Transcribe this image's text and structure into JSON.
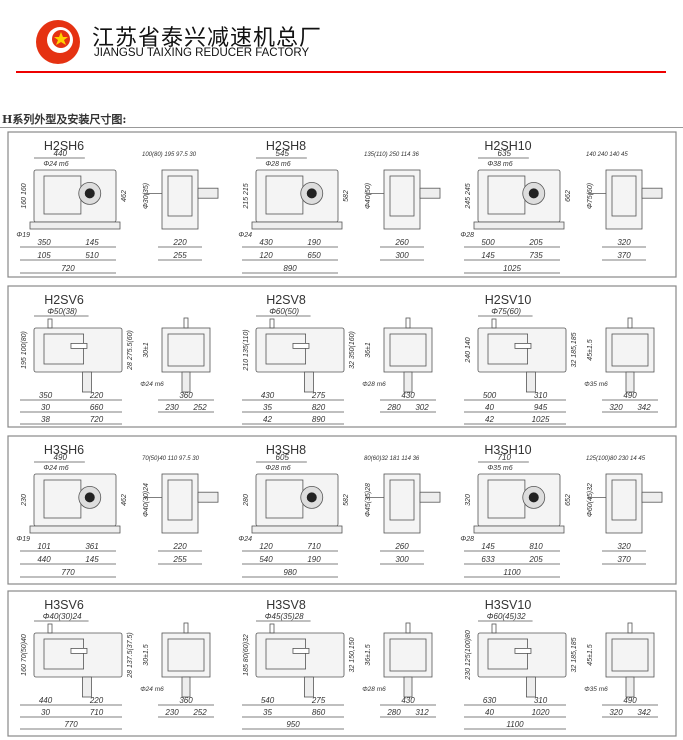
{
  "header": {
    "company_cn": "江苏省泰兴减速机总厂",
    "company_en": "JIANGSU TAIXING REDUCER FACTORY",
    "accent": "#e60000"
  },
  "section_title": "H系列外型及安装尺寸图:",
  "panels": [
    {
      "type": "SH",
      "models": [
        {
          "name": "H2SH6",
          "top": "440",
          "dia": "Φ24 m6",
          "side_top": "100(80)  195 97.5  30",
          "vert": "160  160",
          "height": "462",
          "shaft": "Φ30(35)",
          "foot": "Φ19",
          "bottom": [
            [
              "350",
              "145"
            ],
            [
              "105",
              "510"
            ],
            [
              "720"
            ]
          ],
          "side_bottom": [
            [
              "220"
            ],
            [
              "255"
            ]
          ]
        },
        {
          "name": "H2SH8",
          "top": "545",
          "dia": "Φ28 m6",
          "side_top": "135(110)  250 114  36",
          "vert": "215  215",
          "height": "582",
          "shaft": "Φ40(50)",
          "foot": "Φ24",
          "bottom": [
            [
              "430",
              "190"
            ],
            [
              "120",
              "650"
            ],
            [
              "890"
            ]
          ],
          "side_bottom": [
            [
              "260"
            ],
            [
              "300"
            ]
          ]
        },
        {
          "name": "H2SH10",
          "top": "635",
          "dia": "Φ38 m6",
          "side_top": "140  240 140 45",
          "vert": "245  245",
          "height": "662",
          "shaft": "Φ75(60)",
          "foot": "Φ28",
          "bottom": [
            [
              "500",
              "205"
            ],
            [
              "145",
              "735"
            ],
            [
              "1025"
            ]
          ],
          "side_bottom": [
            [
              "320"
            ],
            [
              "370"
            ]
          ]
        }
      ]
    },
    {
      "type": "SV",
      "models": [
        {
          "name": "H2SV6",
          "top": "Φ50(38)",
          "dia": "",
          "side_top": "",
          "vert": "195  100(80)",
          "height": "28  275.5(60)",
          "shaft": "30±1",
          "foot": "Φ24 m6",
          "bottom": [
            [
              "350",
              "220"
            ],
            [
              "30",
              "660"
            ],
            [
              "38",
              "720"
            ]
          ],
          "side_bottom": [
            [
              "360"
            ],
            [
              "230",
              "252"
            ]
          ]
        },
        {
          "name": "H2SV8",
          "top": "Φ60(50)",
          "dia": "",
          "side_top": "",
          "vert": "210  135(110)",
          "height": "32  350(160)",
          "shaft": "36±1",
          "foot": "Φ28 m6",
          "bottom": [
            [
              "430",
              "275"
            ],
            [
              "35",
              "820"
            ],
            [
              "42",
              "890"
            ]
          ],
          "side_bottom": [
            [
              "430"
            ],
            [
              "280",
              "302"
            ]
          ]
        },
        {
          "name": "H2SV10",
          "top": "Φ75(60)",
          "dia": "",
          "side_top": "",
          "vert": "240  140",
          "height": "32  185,185",
          "shaft": "45±1.5",
          "foot": "Φ35 m6",
          "bottom": [
            [
              "500",
              "310"
            ],
            [
              "40",
              "945"
            ],
            [
              "42",
              "1025"
            ]
          ],
          "side_bottom": [
            [
              "490"
            ],
            [
              "320",
              "342"
            ]
          ]
        }
      ]
    },
    {
      "type": "SH",
      "models": [
        {
          "name": "H3SH6",
          "top": "490",
          "dia": "Φ24 m6",
          "side_top": "70(50)40  110 97.5  30",
          "vert": "230",
          "height": "462",
          "shaft": "Φ40(30)24",
          "foot": "Φ19",
          "bottom": [
            [
              "101",
              "361"
            ],
            [
              "440",
              "145"
            ],
            [
              "770"
            ]
          ],
          "side_bottom": [
            [
              "220"
            ],
            [
              "255"
            ]
          ]
        },
        {
          "name": "H3SH8",
          "top": "605",
          "dia": "Φ28 m6",
          "side_top": "80(60)32  181 114  36",
          "vert": "280",
          "height": "582",
          "shaft": "Φ45(35)28",
          "foot": "Φ24",
          "bottom": [
            [
              "120",
              "710"
            ],
            [
              "540",
              "190"
            ],
            [
              "980"
            ]
          ],
          "side_bottom": [
            [
              "260"
            ],
            [
              "300"
            ]
          ]
        },
        {
          "name": "H3SH10",
          "top": "710",
          "dia": "Φ35 m6",
          "side_top": "125(100)80  230 14  45",
          "vert": "320",
          "height": "652",
          "shaft": "Φ60(45)32",
          "foot": "Φ28",
          "bottom": [
            [
              "145",
              "810"
            ],
            [
              "633",
              "205"
            ],
            [
              "1100"
            ]
          ],
          "side_bottom": [
            [
              "320"
            ],
            [
              "370"
            ]
          ]
        }
      ]
    },
    {
      "type": "SV",
      "models": [
        {
          "name": "H3SV6",
          "top": "Φ40(30)24",
          "dia": "",
          "side_top": "",
          "vert": "160  70(50)40",
          "height": "28  137.5(37.5)",
          "shaft": "30±1.5",
          "foot": "Φ24 m6",
          "bottom": [
            [
              "440",
              "220"
            ],
            [
              "30",
              "710"
            ],
            [
              "770"
            ]
          ],
          "side_bottom": [
            [
              "360"
            ],
            [
              "230",
              "252"
            ]
          ]
        },
        {
          "name": "H3SV8",
          "top": "Φ45(35)28",
          "dia": "",
          "side_top": "",
          "vert": "185  80(60)32",
          "height": "32  150,150",
          "shaft": "36±1.5",
          "foot": "Φ28 m6",
          "bottom": [
            [
              "540",
              "275"
            ],
            [
              "35",
              "860"
            ],
            [
              "950"
            ]
          ],
          "side_bottom": [
            [
              "430"
            ],
            [
              "280",
              "312"
            ]
          ]
        },
        {
          "name": "H3SV10",
          "top": "Φ60(45)32",
          "dia": "",
          "side_top": "",
          "vert": "230  125(100)80",
          "height": "32  185,185",
          "shaft": "45±1.5",
          "foot": "Φ35 m6",
          "bottom": [
            [
              "630",
              "310"
            ],
            [
              "40",
              "1020"
            ],
            [
              "1100"
            ]
          ],
          "side_bottom": [
            [
              "490"
            ],
            [
              "320",
              "342"
            ]
          ]
        }
      ]
    }
  ]
}
